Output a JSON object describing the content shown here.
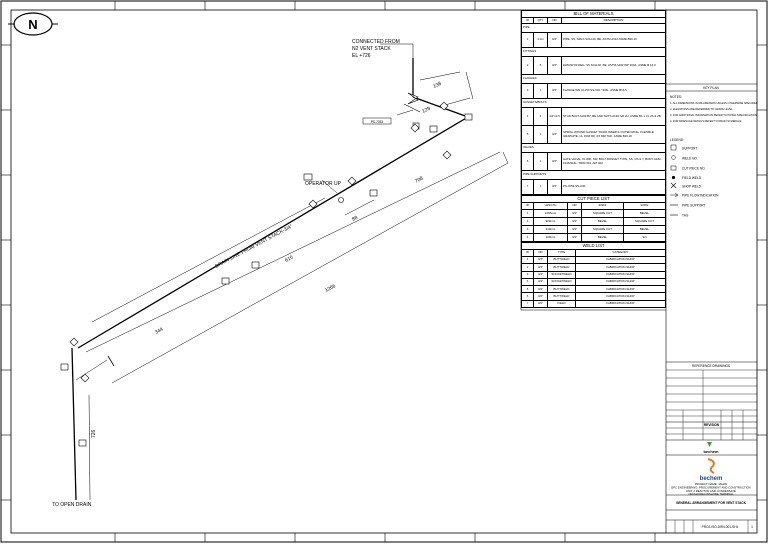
{
  "north_label": "N",
  "iso": {
    "connected_from": [
      "CONNECTED FROM",
      "N2 VENT STACK",
      "EL +726"
    ],
    "operator_up": "OPERATOR UP",
    "drain_line": "DRAIN LINE FROM VENT STACK-3/4\"",
    "to_open_drain": "TO OPEN DRAIN",
    "dims": {
      "d138": "138",
      "d129": "129",
      "d708": "708",
      "d615": "615",
      "d1266": "1266",
      "d344": "344",
      "d726": "726",
      "d88": "88"
    }
  },
  "bom": {
    "title": "BILL OF MATERIALS",
    "headers": [
      "ID",
      "QTY",
      "ND",
      "DESCRIPTION"
    ],
    "sections": [
      {
        "name": "PIPE",
        "rows": [
          [
            "1",
            "3.1m",
            "3/4\"",
            "PIPE, SS, SMLS SCH-40, BE, ASTM A312 ASME B36.19"
          ]
        ]
      },
      {
        "name": "FITTINGS",
        "rows": [
          [
            "2",
            "5",
            "3/4\"",
            "ELBOW 90 DEG, SS SCH-40, BE, ASTM A403 WP 304/L, ASME B 16.9"
          ]
        ]
      },
      {
        "name": "FLANGES",
        "rows": [
          [
            "3",
            "1",
            "3/4\"",
            "FLANGE WN CL150 SS-304 / 304L, ASME B16.5"
          ]
        ]
      },
      {
        "name": "GASKETS/BOLTS",
        "rows": [
          [
            "4",
            "4",
            "1/2\"x2.5",
            "STUD BOLT A193 B7, BE AND NUTS A194 GR 2H, ASME B1.1 CL 2A & 2B"
          ],
          [
            "5",
            "1",
            "3/4\"",
            "SPIRAL WOUND GASKET SS304 INNER & OUTER RING, FLEXIBLE GRAPHITE, CL 150# RF, 4.5 MM THK, ASME B16.20"
          ]
        ]
      },
      {
        "name": "VALVES",
        "rows": [
          [
            "6",
            "1",
            "3/4\"",
            "GATE VALVE, CL 800, SW, BOLT BONNET TYPE, SS, OS & Y, BODY:A182-F316/316L, TRIM 316, API 602"
          ]
        ]
      },
      {
        "name": "PIPE SUPPORTS",
        "rows": [
          [
            "7",
            "1",
            "3/4\"",
            "PS-7053-SS-A30"
          ]
        ]
      }
    ]
  },
  "cut_list": {
    "title": "CUT PIECE LIST",
    "headers": [
      "ID",
      "LENGTH",
      "ND",
      "END1",
      "END2"
    ],
    "rows": [
      [
        "1",
        "1266mm",
        "3/4\"",
        "SQUARE CUT",
        "BEVEL"
      ],
      [
        "2",
        "900mm",
        "3/4\"",
        "BEVEL",
        "SQUARE CUT"
      ],
      [
        "3",
        "310mm",
        "3/4\"",
        "SQUARE CUT",
        "BEVEL"
      ],
      [
        "4",
        "100mm",
        "3/4\"",
        "BEVEL",
        "SO"
      ]
    ]
  },
  "weld_list": {
    "title": "WELD LIST",
    "headers": [
      "ID",
      "ND",
      "TYPE",
      "CATEGORY"
    ],
    "rows": [
      [
        "1",
        "3/4\"",
        "BUTTWELD",
        "FABRICATION-SHOP"
      ],
      [
        "2",
        "3/4\"",
        "BUTTWELD",
        "FABRICATION-SHOP"
      ],
      [
        "3",
        "3/4\"",
        "SOCKETWELD",
        "FABRICATION-SHOP"
      ],
      [
        "4",
        "3/4\"",
        "SOCKETWELD",
        "FABRICATION-SHOP"
      ],
      [
        "5",
        "3/4\"",
        "BUTTWELD",
        "FABRICATION-SHOP"
      ],
      [
        "6",
        "3/4\"",
        "BUTTWELD",
        "FABRICATION-SHOP"
      ],
      [
        "7",
        "3/4\"",
        "FIELD",
        "FABRICATION-SHOP"
      ]
    ]
  },
  "key_plan": {
    "title": "KEY PLAN"
  },
  "notes": [
    "NOTES:",
    "1. ALL DIMENSIONS IN MILLIMETERS UNLESS OTHERWISE SPECIFIED",
    "2. ELEVATIONS ARE REFERRED TO GRADE LEVEL",
    "3. FOR ADDITIONAL INFORMATION REFER TO PIPING SPECIFICATION",
    "4. FOR DRAINAGE DETAILS REFER TO DRAIN SCHEDULE"
  ],
  "legend_title": "LEGEND:",
  "legend": [
    "SUPPORT",
    "WELD NO.",
    "CUT PIECE NO.",
    "FIELD WELD",
    "SHOP WELD",
    "PIPE FLOW INDICATION",
    "PIPE SUPPORT",
    "TAG"
  ],
  "title_block": {
    "reference_drawings": "REFERENCE DRAWINGS",
    "revision": "REVISION",
    "company": "bechem",
    "project": [
      "PROJECT NAME: JAHAN",
      "EPC ENGINEERING, PROCUREMENT AND CONSTRUCTION",
      "UNIT 2 REACTOR AND CONDENSATE",
      "OFFSHORE/ONSHORE TERMINAL"
    ],
    "drawing_title": "GENERAL ARRANGEMENT FOR VENT STACK",
    "drawing_no": "PROJ-ISO-DRN-001-SH1",
    "sheet": "1"
  },
  "colors": {
    "line": "#000000",
    "logo_green": "#4a9a2a",
    "logo_orange": "#e07a1a",
    "logo_blue": "#1a4a8a"
  }
}
